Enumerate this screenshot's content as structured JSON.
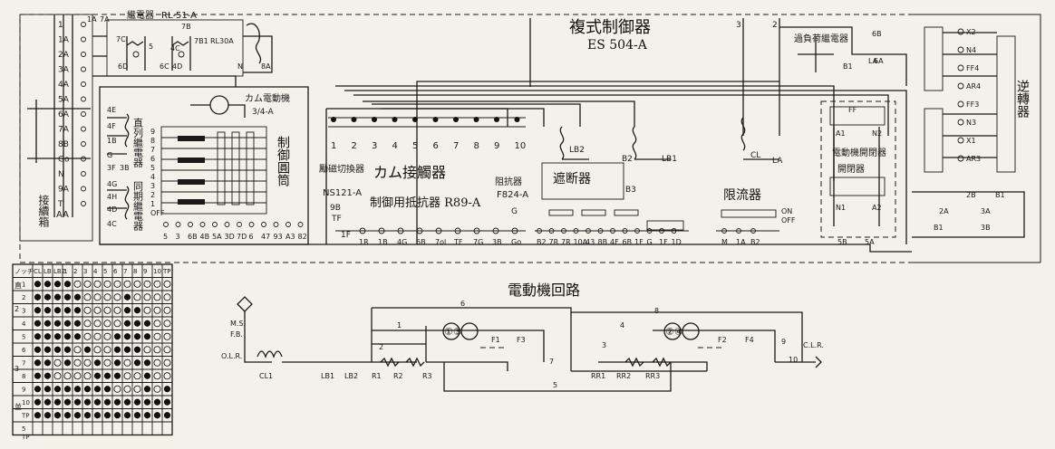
{
  "controller": {
    "title": "複式制御器",
    "model": "ES 504-A"
  },
  "sections": {
    "cam_contactor": "カム接觸器",
    "control_drum": "制御圓筒",
    "control_resistor": "制御用抵抗器 R89-A",
    "excitation_switch": "勵磁切換器",
    "excitation_switch_model": "NS121-A",
    "breaker": "遮断器",
    "current_limit": "限流器",
    "fuse_box": "阻抗器",
    "fuse_box_model": "F824-A",
    "overload_relay": "過負荷繼電器",
    "reverser": "逆轉器",
    "connection_box": "接續箱",
    "connection_box_model": "AA",
    "series_relay": "直列繼電器",
    "parallel_relay": "同期繼電器",
    "cam_motor": "カム電動機",
    "cam_motor_model": "3/4-A",
    "relay_top": "繼電器",
    "relay_top_model": "RL-51-A",
    "motor_circuit_ind": "電動機開閉器",
    "circuit_breaker_ind": "開閉器"
  },
  "motor_circuit": {
    "title": "電動機回路",
    "labels": [
      "M.S.",
      "F.B.",
      "O.L.R.",
      "CL1",
      "LB1",
      "LB2",
      "R1",
      "R2",
      "R3",
      "RR1",
      "RR2",
      "RR3",
      "F1",
      "F3",
      "F2",
      "F4",
      "C.L.R."
    ],
    "motor_groups": [
      "①③",
      "②④"
    ],
    "switch_numbers": [
      "1",
      "2",
      "3",
      "4",
      "5",
      "6",
      "7",
      "8",
      "9",
      "10"
    ]
  },
  "left_terminals": [
    "1",
    "1A",
    "2A",
    "3A",
    "4A",
    "5A",
    "6A",
    "7A",
    "8B",
    "Go",
    "N",
    "9A",
    "T"
  ],
  "left_top_marks": [
    "1A",
    "7A"
  ],
  "relay_top_terms": [
    "7B",
    "7C",
    "6D",
    "6C",
    "5",
    "4C",
    "4D",
    "7B1",
    "RL30A",
    "N",
    "8A"
  ],
  "drum_terminals": [
    "9",
    "8",
    "7",
    "6",
    "5",
    "4",
    "3",
    "2",
    "1",
    "OFF"
  ],
  "drum_bottom": [
    "5",
    "3",
    "6B",
    "4B",
    "5A",
    "3D",
    "7D",
    "6",
    "47",
    "93",
    "A3",
    "82"
  ],
  "cam_numbers": [
    "1",
    "2",
    "3",
    "4",
    "5",
    "6",
    "7",
    "8",
    "9",
    "10"
  ],
  "cam_misc": [
    "LB2",
    "B2",
    "LB1",
    "CL",
    "LA",
    "B3",
    "TF",
    "9B",
    "1F",
    "G",
    "3",
    "2"
  ],
  "resistor_terms": [
    "1R",
    "1B",
    "4G",
    "6B",
    "7ol",
    "TF",
    "7G",
    "3B",
    "Go"
  ],
  "breaker_terms": [
    "B2",
    "7R",
    "7R",
    "10A",
    "43",
    "8B",
    "4F",
    "6B",
    "1F",
    "G",
    "1F",
    "1D"
  ],
  "clr_terms": [
    "M",
    "1A",
    "B2"
  ],
  "clr_side": [
    "ON",
    "OFF"
  ],
  "reverser_terms": [
    "X2",
    "N4",
    "FF4",
    "AR4",
    "FF3",
    "N3",
    "X1",
    "AR3"
  ],
  "reverser_box": [
    "A1",
    "N1",
    "N2",
    "A2",
    "5B",
    "5A",
    "FF",
    "6A",
    "6B",
    "B1",
    "LA"
  ],
  "aux_box": [
    "2B",
    "B1",
    "2A",
    "3A",
    "3B",
    "B1"
  ],
  "relay_left_terms": [
    "4E",
    "4F",
    "1B",
    "G",
    "3F",
    "4G",
    "4H",
    "4D",
    "4C",
    "3B"
  ],
  "notch_table": {
    "header": [
      "ノッチ",
      "CL",
      "LB",
      "LB2",
      "1",
      "2",
      "3",
      "4",
      "5",
      "6",
      "7",
      "8",
      "9",
      "10",
      "TP"
    ],
    "side_labels": [
      "直",
      "2",
      "3",
      "並"
    ],
    "rows": [
      {
        "notch": "1",
        "cells": [
          1,
          1,
          1,
          1,
          0,
          0,
          0,
          0,
          0,
          0,
          0,
          0,
          0,
          0
        ]
      },
      {
        "notch": "2",
        "cells": [
          1,
          1,
          1,
          1,
          1,
          0,
          0,
          0,
          0,
          1,
          0,
          0,
          0,
          0
        ]
      },
      {
        "notch": "3",
        "cells": [
          1,
          1,
          1,
          1,
          1,
          0,
          0,
          0,
          0,
          1,
          1,
          0,
          0,
          0
        ]
      },
      {
        "notch": "4",
        "cells": [
          1,
          1,
          1,
          1,
          1,
          0,
          0,
          0,
          0,
          1,
          1,
          1,
          0,
          0
        ]
      },
      {
        "notch": "5",
        "cells": [
          1,
          1,
          1,
          1,
          1,
          0,
          0,
          0,
          1,
          1,
          1,
          1,
          0,
          0
        ]
      },
      {
        "notch": "6",
        "cells": [
          1,
          1,
          1,
          1,
          0,
          1,
          0,
          0,
          1,
          1,
          1,
          0,
          0,
          0
        ]
      },
      {
        "notch": "7",
        "cells": [
          1,
          1,
          0,
          1,
          0,
          0,
          1,
          0,
          1,
          0,
          1,
          1,
          0,
          0
        ]
      },
      {
        "notch": "8",
        "cells": [
          1,
          1,
          0,
          0,
          0,
          0,
          1,
          1,
          1,
          0,
          0,
          1,
          0,
          0
        ]
      },
      {
        "notch": "9",
        "cells": [
          1,
          1,
          1,
          1,
          1,
          1,
          1,
          1,
          0,
          0,
          0,
          1,
          0,
          1
        ]
      },
      {
        "notch": "10",
        "cells": [
          1,
          1,
          1,
          1,
          1,
          1,
          1,
          1,
          1,
          1,
          1,
          1,
          1,
          1
        ]
      },
      {
        "notch": "TP",
        "cells": [
          1,
          1,
          1,
          1,
          1,
          1,
          1,
          1,
          1,
          1,
          1,
          1,
          1,
          1
        ]
      }
    ],
    "bottom_rows": [
      "5",
      "TP"
    ]
  }
}
